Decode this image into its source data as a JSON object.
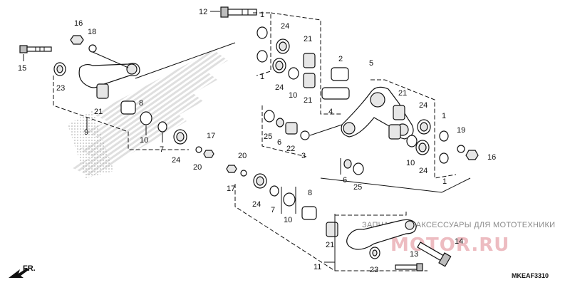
{
  "labels": {
    "p1": "1",
    "p2": "2",
    "p3": "3",
    "p4": "4",
    "p5": "5",
    "p6": "6",
    "p7": "7",
    "p8": "8",
    "p9": "9",
    "p10": "10",
    "p11": "11",
    "p12": "12",
    "p13": "13",
    "p14": "14",
    "p15": "15",
    "p16": "16",
    "p17": "17",
    "p18": "18",
    "p19": "19",
    "p20": "20",
    "p21": "21",
    "p22": "22",
    "p23": "23",
    "p24": "24",
    "p25": "25"
  },
  "diagram_code": "MKEAF3310",
  "direction_label": "FR.",
  "watermark": {
    "caption": "ЗАПЧАСТИ И АКСЕССУАРЫ ДЛЯ МОТОТЕХНИКИ",
    "brand": "MOTOR.RU"
  },
  "colors": {
    "watermark_brand": "#e7a6ad",
    "watermark_caption": "#8a8a8a",
    "ink": "#111111"
  }
}
